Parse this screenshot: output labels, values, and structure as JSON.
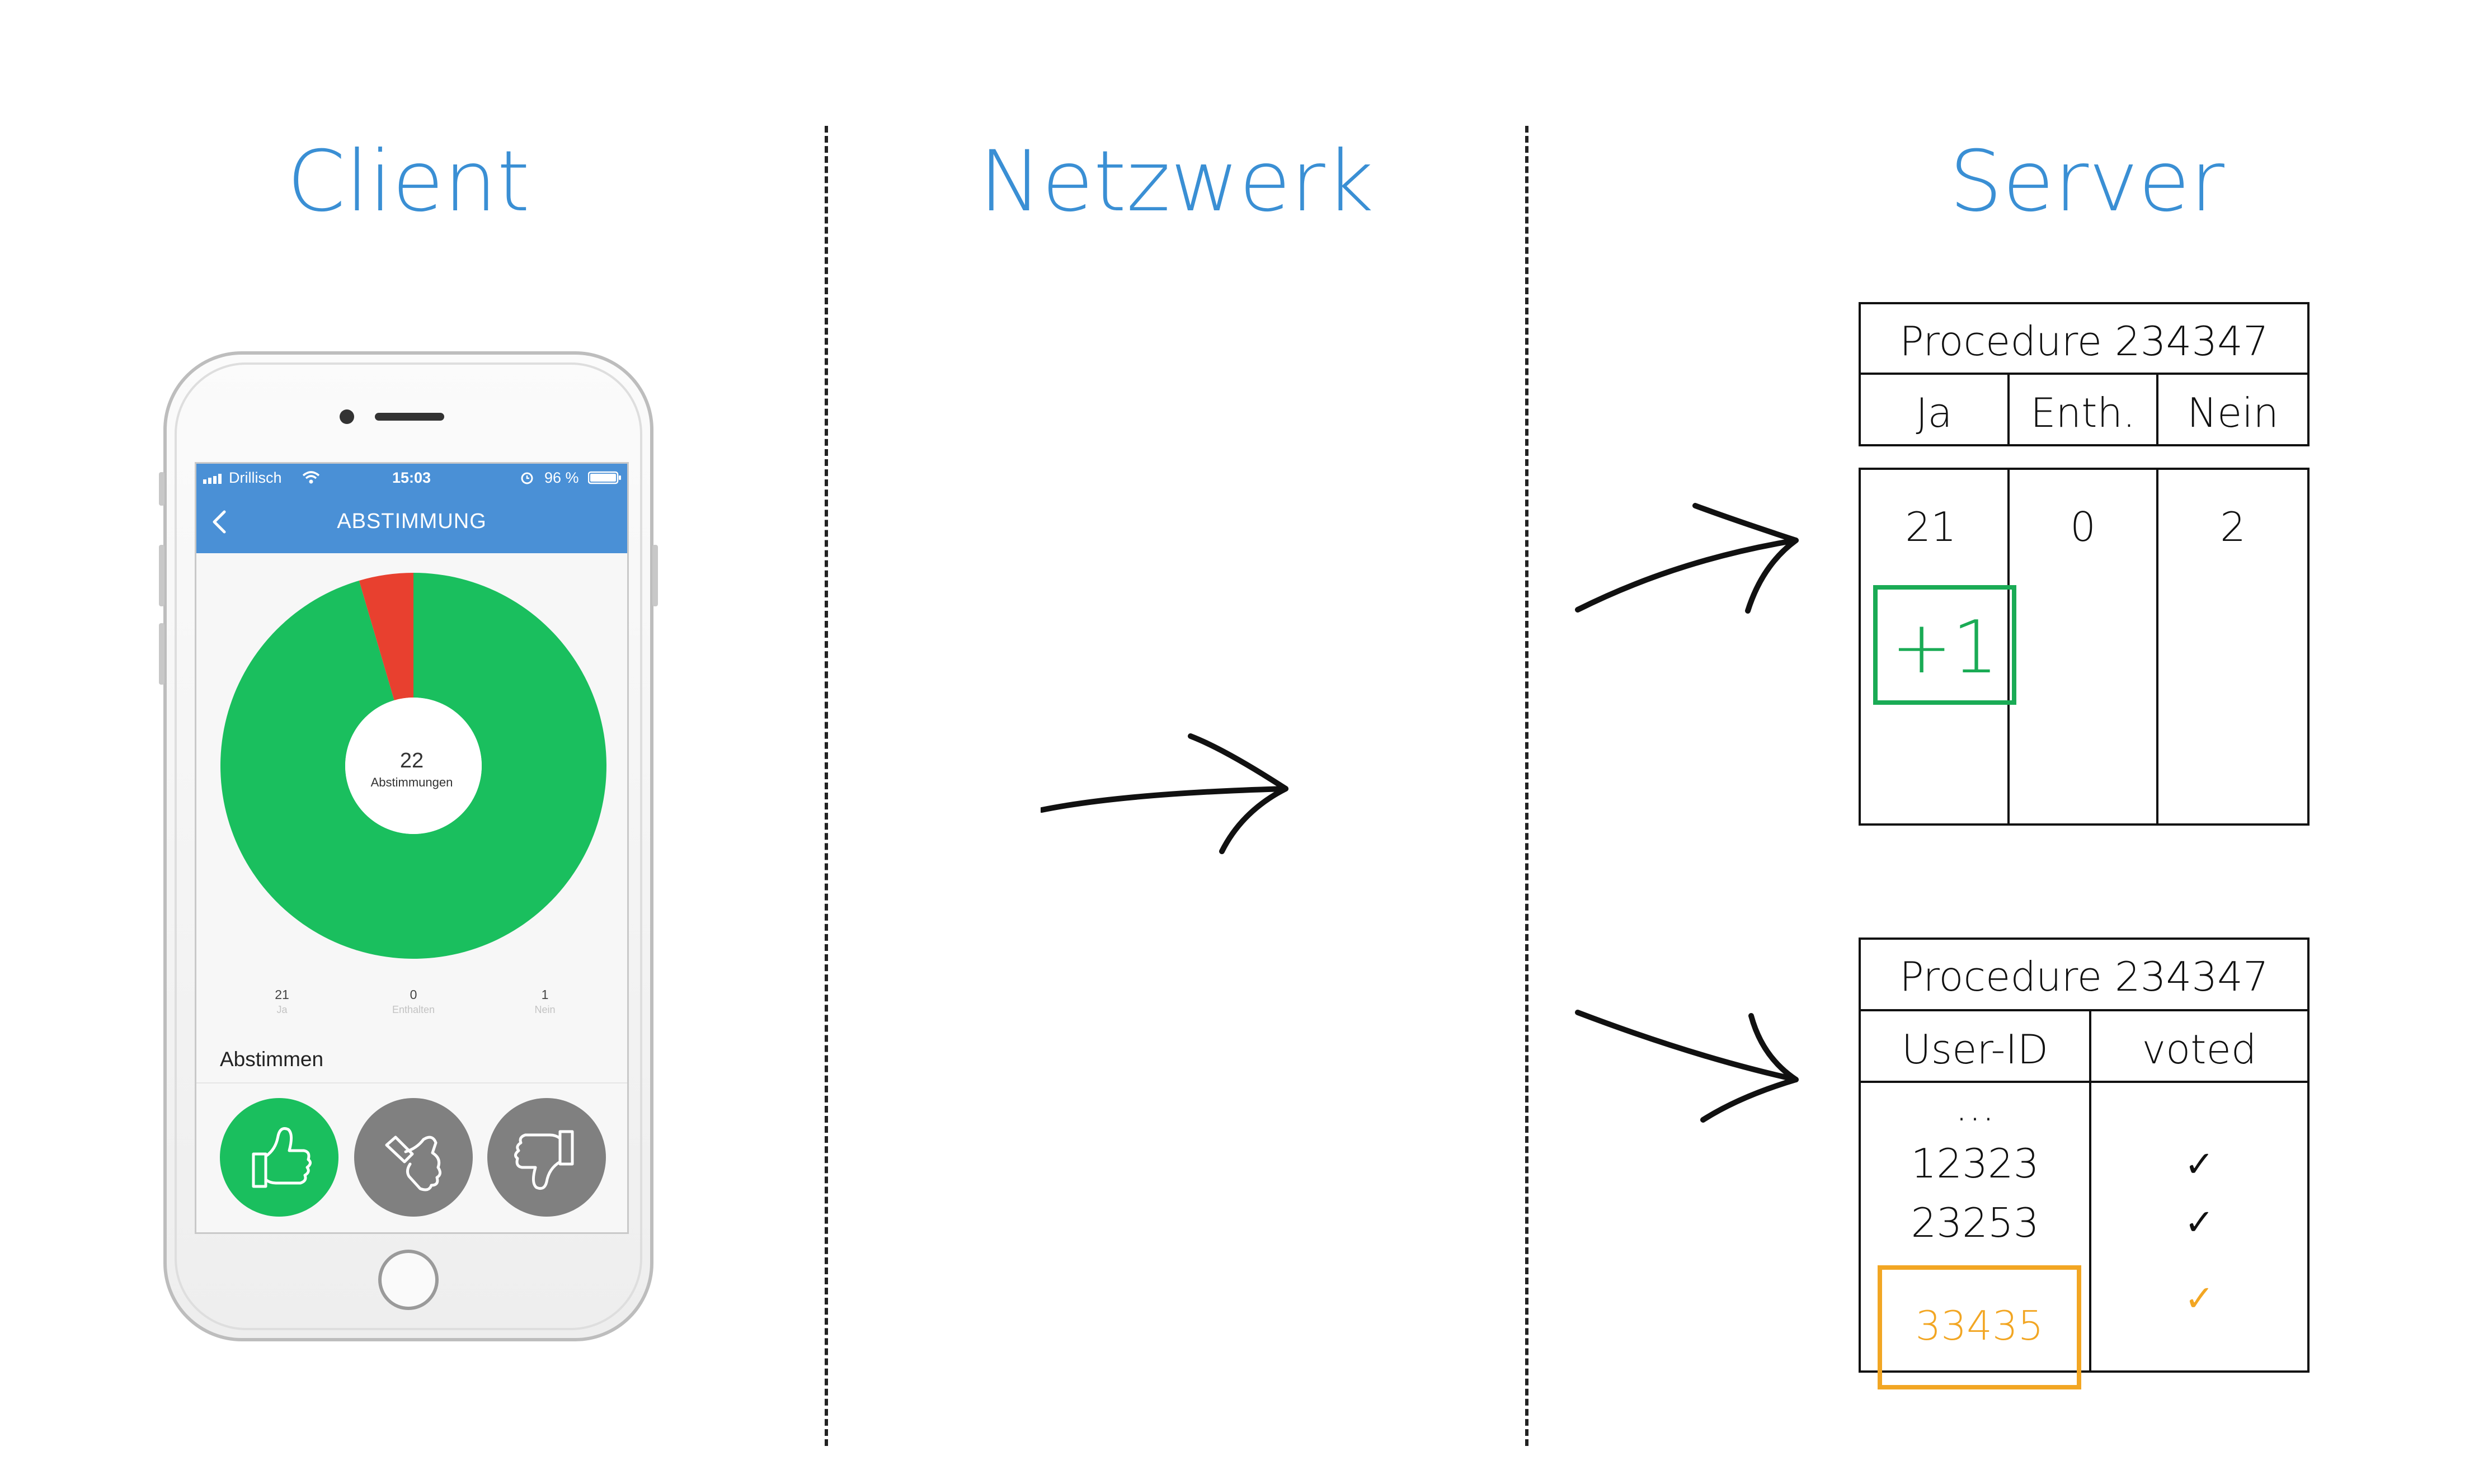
{
  "headings": {
    "client": "Client",
    "network": "Netzwerk",
    "server": "Server"
  },
  "phone": {
    "status_bar": {
      "carrier": "Drillisch",
      "time": "15:03",
      "battery": "96 %"
    },
    "nav": {
      "title": "ABSTIMMUNG",
      "back_icon": "chevron-left-icon"
    },
    "donut": {
      "total": "22",
      "total_label": "Abstimmungen",
      "slices": [
        {
          "label": "Ja",
          "value": 21,
          "color": "#1abf5e"
        },
        {
          "label": "Enthalten",
          "value": 0,
          "color": "#9e9e9e"
        },
        {
          "label": "Nein",
          "value": 1,
          "color": "#e8402f"
        }
      ]
    },
    "counts": [
      {
        "value": "21",
        "label": "Ja"
      },
      {
        "value": "0",
        "label": "Enthalten"
      },
      {
        "value": "1",
        "label": "Nein"
      }
    ],
    "vote_heading": "Abstimmen",
    "vote_buttons": [
      {
        "icon": "thumbs-up-icon",
        "color": "#1abf5e"
      },
      {
        "icon": "thumbs-sideways-icon",
        "color": "#808080"
      },
      {
        "icon": "thumbs-down-icon",
        "color": "#808080"
      }
    ]
  },
  "tally_table": {
    "title": "Procedure 234347",
    "columns": [
      "Ja",
      "Enth.",
      "Nein"
    ],
    "values": [
      "21",
      "0",
      "2"
    ],
    "increment": "+1",
    "increment_color": "#1aab55"
  },
  "voters_table": {
    "title": "Procedure 234347",
    "columns": [
      "User-ID",
      "voted"
    ],
    "ellipsis": "…",
    "rows": [
      {
        "user_id": "12323",
        "voted": "✓"
      },
      {
        "user_id": "23253",
        "voted": "✓"
      }
    ],
    "new_row": {
      "user_id": "33435",
      "voted": "✓"
    },
    "highlight_color": "#f2a623"
  }
}
